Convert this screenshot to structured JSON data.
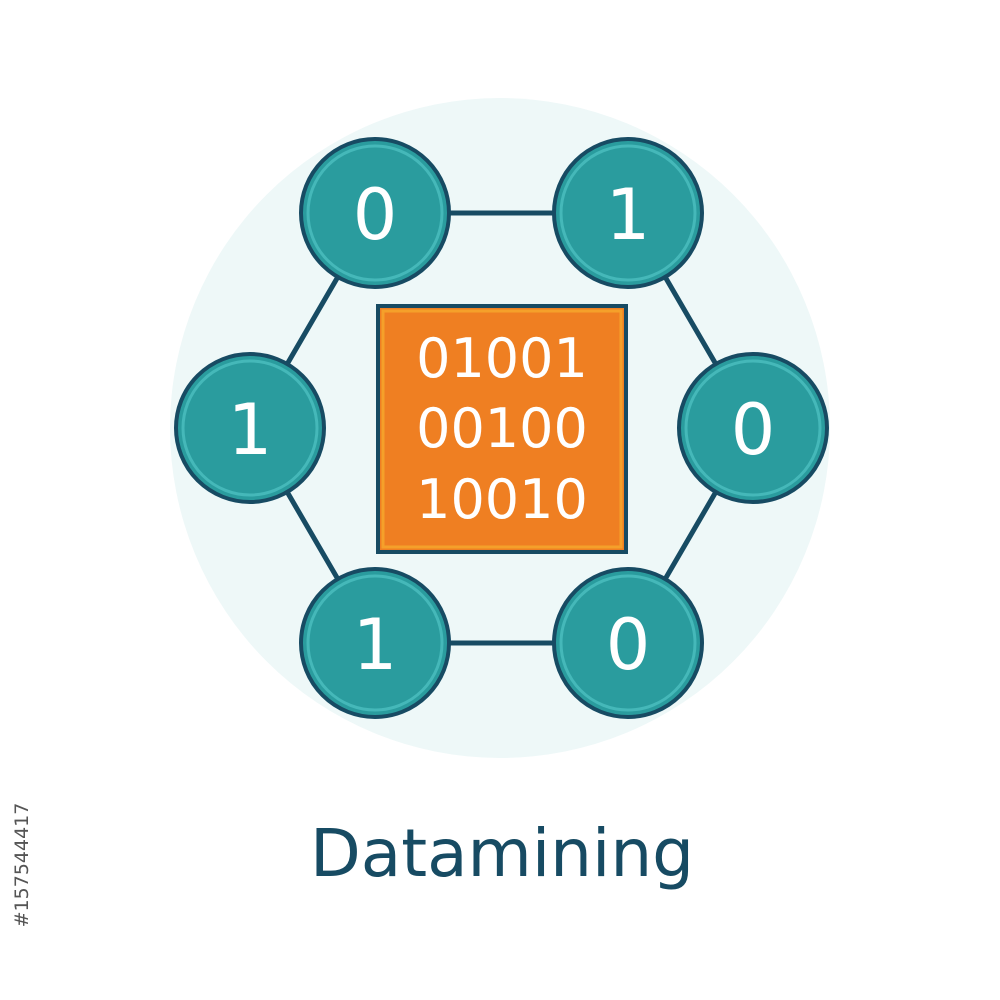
{
  "colors": {
    "background": "#ffffff",
    "halo": "#eef8f8",
    "outline": "#174b63",
    "node_fill": "#2a9c9e",
    "node_rim": "#45b8b9",
    "matrix_fill": "#ef7f22",
    "matrix_rim": "#f5a02a",
    "digit_text": "#ffffff",
    "caption_text": "#174b63"
  },
  "nodes": [
    {
      "digit": "0"
    },
    {
      "digit": "1"
    },
    {
      "digit": "0"
    },
    {
      "digit": "0"
    },
    {
      "digit": "1"
    },
    {
      "digit": "1"
    }
  ],
  "matrix": {
    "rows": [
      "01001",
      "00100",
      "10010"
    ]
  },
  "caption": "Datamining",
  "stock_id": "#157544417"
}
